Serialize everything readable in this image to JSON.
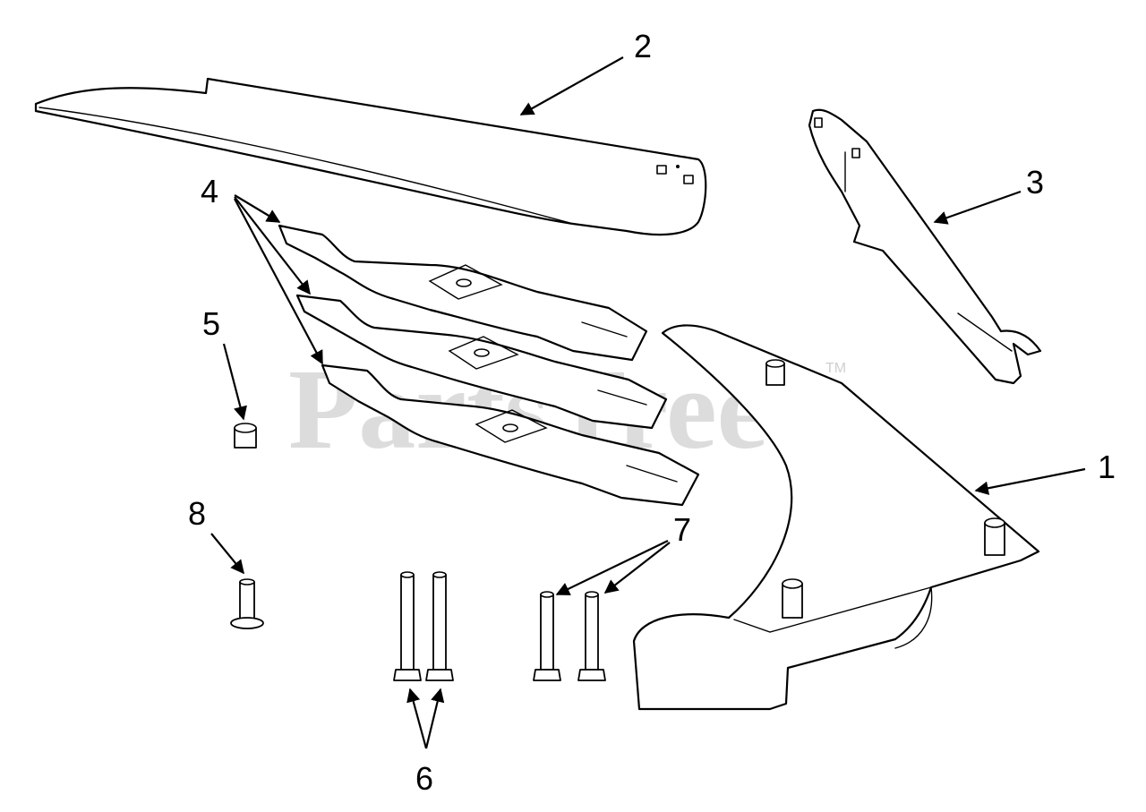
{
  "diagram": {
    "watermark": "PartsTree",
    "watermark_tm": "TM",
    "colors": {
      "line": "#000000",
      "background": "#ffffff",
      "watermark": "#d6d6d6"
    },
    "callouts": [
      {
        "id": "1",
        "label": "1"
      },
      {
        "id": "2",
        "label": "2"
      },
      {
        "id": "3",
        "label": "3"
      },
      {
        "id": "4",
        "label": "4"
      },
      {
        "id": "5",
        "label": "5"
      },
      {
        "id": "6",
        "label": "6"
      },
      {
        "id": "7",
        "label": "7"
      },
      {
        "id": "8",
        "label": "8"
      }
    ]
  }
}
